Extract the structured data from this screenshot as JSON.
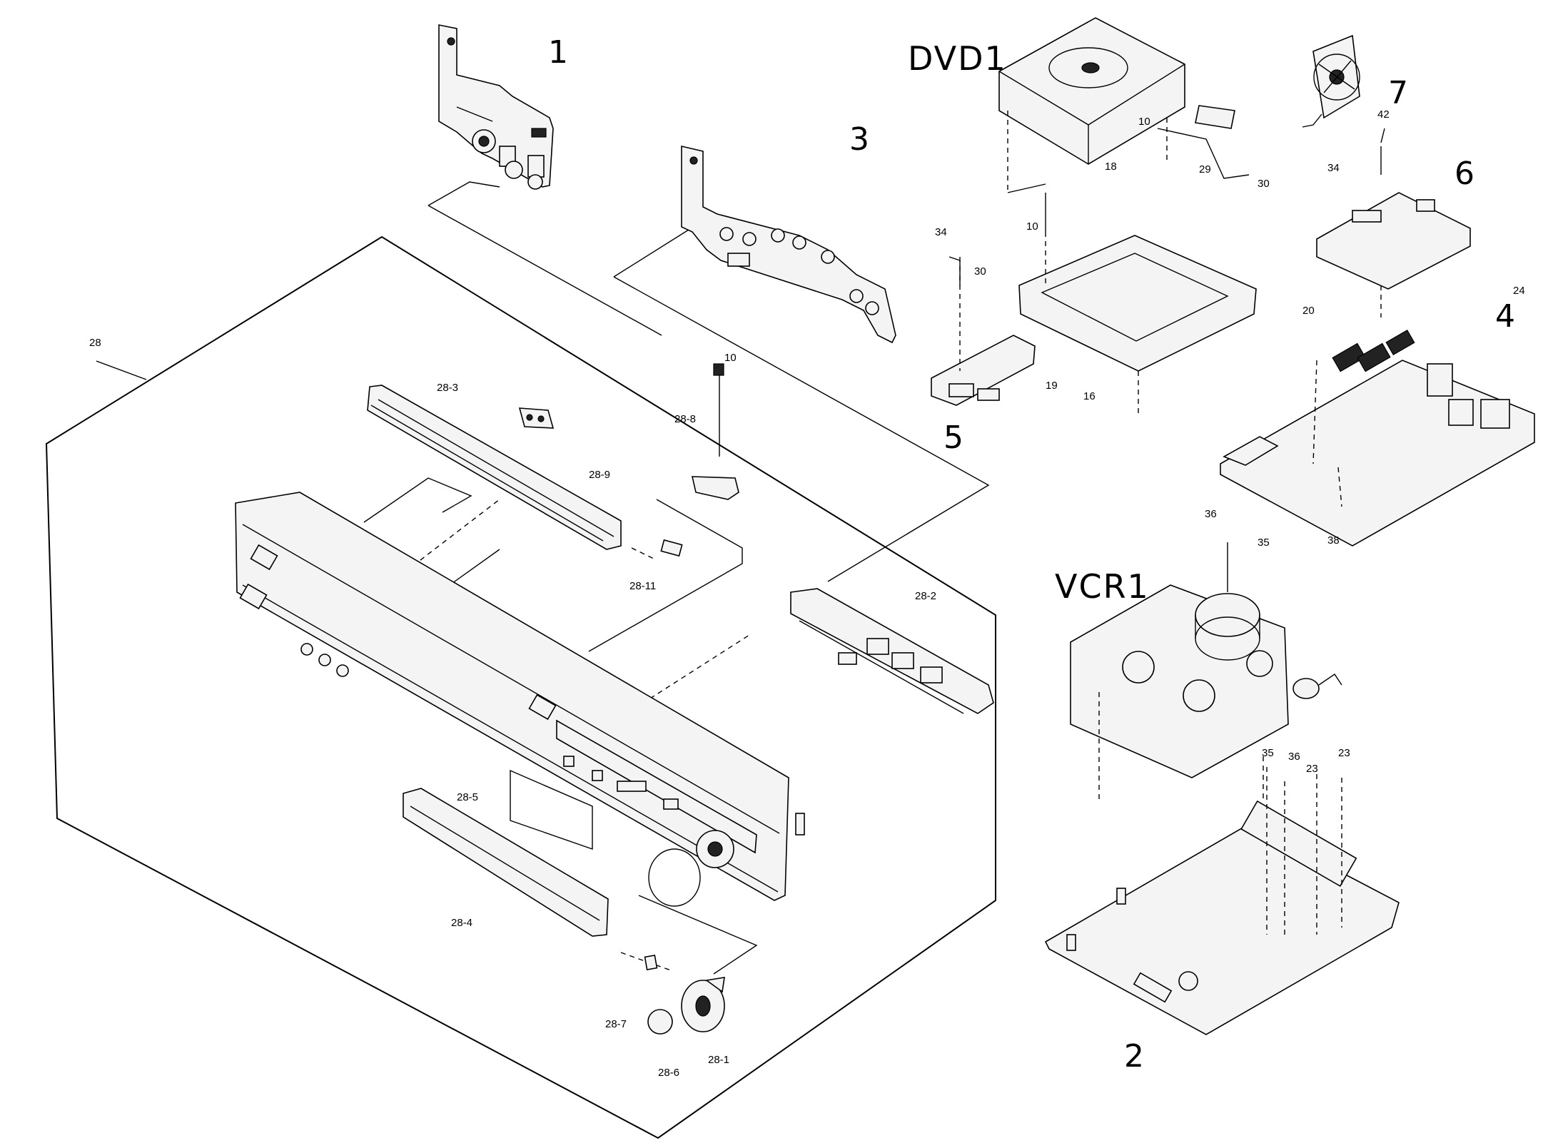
{
  "hand_labels": {
    "dvd": "DVD1",
    "vcr": "VCR1",
    "n1": "1",
    "n2": "2",
    "n3": "3",
    "n4": "4",
    "n5": "5",
    "n6": "6",
    "n7": "7"
  },
  "part_labels": {
    "p28": "28",
    "p28_1": "28-1",
    "p28_2": "28-2",
    "p28_3": "28-3",
    "p28_4": "28-4",
    "p28_5": "28-5",
    "p28_6": "28-6",
    "p28_7": "28-7",
    "p28_8": "28-8",
    "p28_9": "28-9",
    "p28_11": "28-11",
    "p10_front": "10",
    "p10_dvd_a": "10",
    "p10_dvd_b": "10",
    "p18": "18",
    "p29": "29",
    "p30_a": "30",
    "p30_b": "30",
    "p34_a": "34",
    "p34_b": "34",
    "p42": "42",
    "p24": "24",
    "p20": "20",
    "p19": "19",
    "p16": "16",
    "p36_a": "36",
    "p36_b": "36",
    "p35_a": "35",
    "p35_b": "35",
    "p38": "38",
    "p23_a": "23",
    "p23_b": "23"
  }
}
